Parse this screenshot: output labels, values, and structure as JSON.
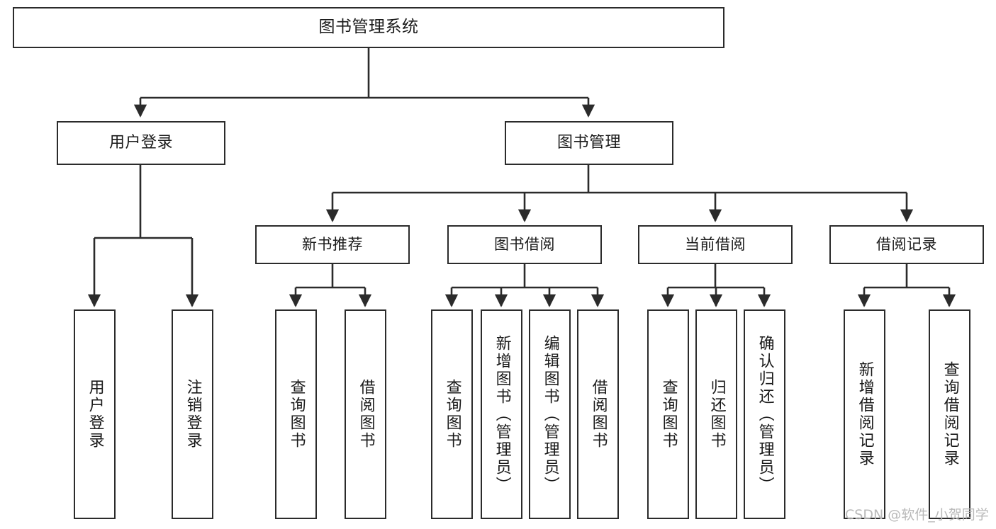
{
  "diagram": {
    "title": "图书管理系统",
    "background_color": "#ffffff",
    "line_color": "#2b2b2b",
    "text_color": "#1a1a1a",
    "watermark": "CSDN @软件_小贺同学",
    "nodes": {
      "root": {
        "label": "图书管理系统"
      },
      "level1": [
        {
          "label": "用户登录"
        },
        {
          "label": "图书管理"
        }
      ],
      "level2": [
        {
          "label": "新书推荐"
        },
        {
          "label": "图书借阅"
        },
        {
          "label": "当前借阅"
        },
        {
          "label": "借阅记录"
        }
      ],
      "leaves": {
        "user_login": [
          {
            "label": "用户登录"
          },
          {
            "label": "注销登录"
          }
        ],
        "new_book_recommend": [
          {
            "label": "查询图书"
          },
          {
            "label": "借阅图书"
          }
        ],
        "book_borrow": [
          {
            "label": "查询图书"
          },
          {
            "label": "新增图书（管理员）"
          },
          {
            "label": "编辑图书（管理员）"
          },
          {
            "label": "借阅图书"
          }
        ],
        "current_borrow": [
          {
            "label": "查询图书"
          },
          {
            "label": "归还图书"
          },
          {
            "label": "确认归还（管理员）"
          }
        ],
        "borrow_record": [
          {
            "label": "新增借阅记录"
          },
          {
            "label": "查询借阅记录"
          }
        ]
      }
    }
  }
}
